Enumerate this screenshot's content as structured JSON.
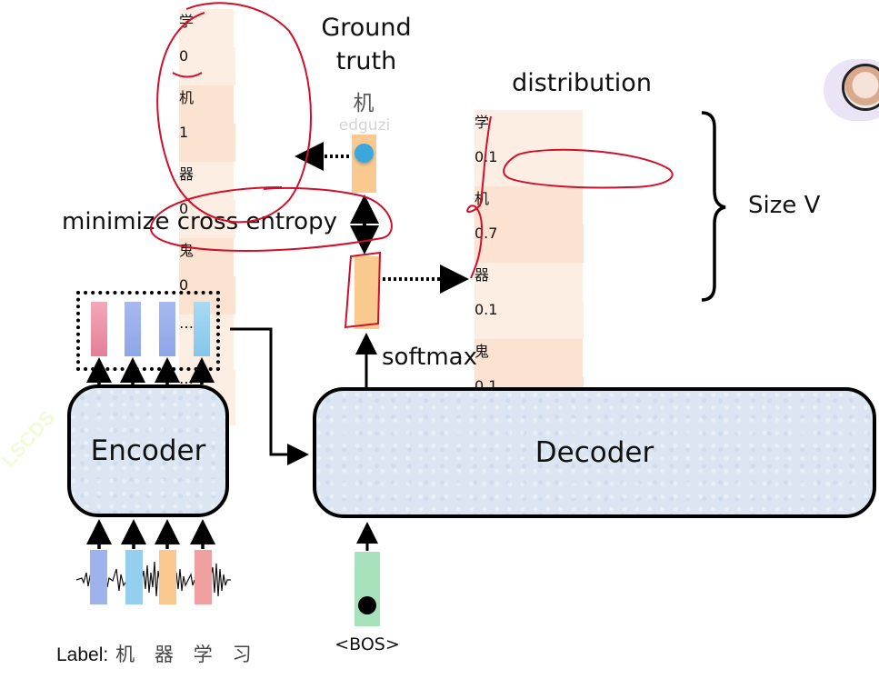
{
  "ground_truth": {
    "title_line1": "Ground",
    "title_line2": "truth",
    "char": "机",
    "watermark": "edguzi",
    "rows": [
      {
        "token": "学",
        "value": "0"
      },
      {
        "token": "机",
        "value": "1"
      },
      {
        "token": "器",
        "value": "0"
      },
      {
        "token": "鬼",
        "value": "0"
      },
      {
        "token": "…",
        "value": "…"
      }
    ]
  },
  "distribution": {
    "title": "distribution",
    "size_label": "Size V",
    "rows": [
      {
        "token": "学",
        "value": "0.1"
      },
      {
        "token": "机",
        "value": "0.7"
      },
      {
        "token": "器",
        "value": "0.1"
      },
      {
        "token": "鬼",
        "value": "0.1"
      },
      {
        "token": "……",
        "value": "……"
      }
    ]
  },
  "loss_label": "minimize cross entropy",
  "softmax_label": "softmax",
  "encoder_label": "Encoder",
  "decoder_label": "Decoder",
  "bos_label": "<BOS>",
  "input_label": {
    "prefix": "Label:",
    "chars": [
      "机",
      "器",
      "学",
      "习"
    ]
  },
  "side_watermark": "LSCDS",
  "colors": {
    "table_border": "#f5c47e",
    "row_light": "#fdeee3",
    "row_dark": "#fbe2d1",
    "annotation_red": "#d0102a",
    "encoder_fill": "#dbe6f2",
    "output_vec_fill": "#f9c98f",
    "bos_vec_fill": "#a8e2bd",
    "gt_dot": "#3ca7dd",
    "enc_out_colors": [
      "#ec8fa6",
      "#9eb2ec",
      "#9eb2ec",
      "#94cfee"
    ],
    "enc_in_colors": [
      "#9eb2ec",
      "#94cfee",
      "#f9c98f",
      "#f0a0a0"
    ]
  }
}
